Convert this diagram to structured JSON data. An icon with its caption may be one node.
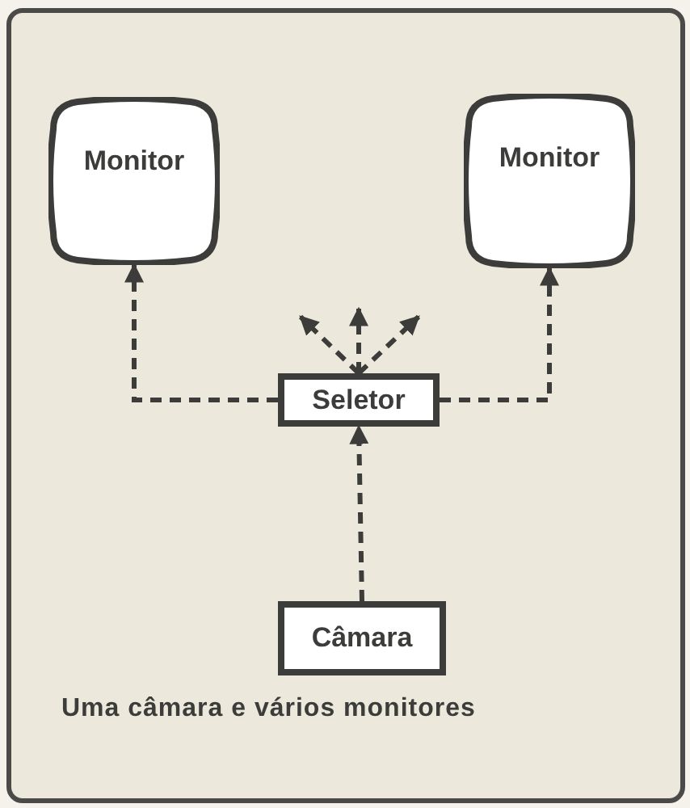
{
  "diagram": {
    "caption": "Uma câmara e vários monitores",
    "nodes": [
      {
        "text": [
          "Monitor"
        ]
      },
      {
        "text": [
          "Monitor"
        ]
      },
      {
        "text": [
          "Seletor"
        ]
      },
      {
        "text": [
          "Câmara"
        ]
      }
    ],
    "edges": [
      {
        "from": 3,
        "to": 2,
        "arrow": "to",
        "style": "dashed"
      },
      {
        "from": 2,
        "to": 0,
        "arrow": "to",
        "style": "dashed"
      },
      {
        "from": 2,
        "to": 1,
        "arrow": "to",
        "style": "dashed"
      },
      {
        "from": 2,
        "to": null,
        "arrow": "to",
        "style": "dashed"
      },
      {
        "from": 2,
        "to": null,
        "arrow": "to",
        "style": "dashed"
      },
      {
        "from": 2,
        "to": null,
        "arrow": "to",
        "style": "dashed"
      }
    ]
  }
}
